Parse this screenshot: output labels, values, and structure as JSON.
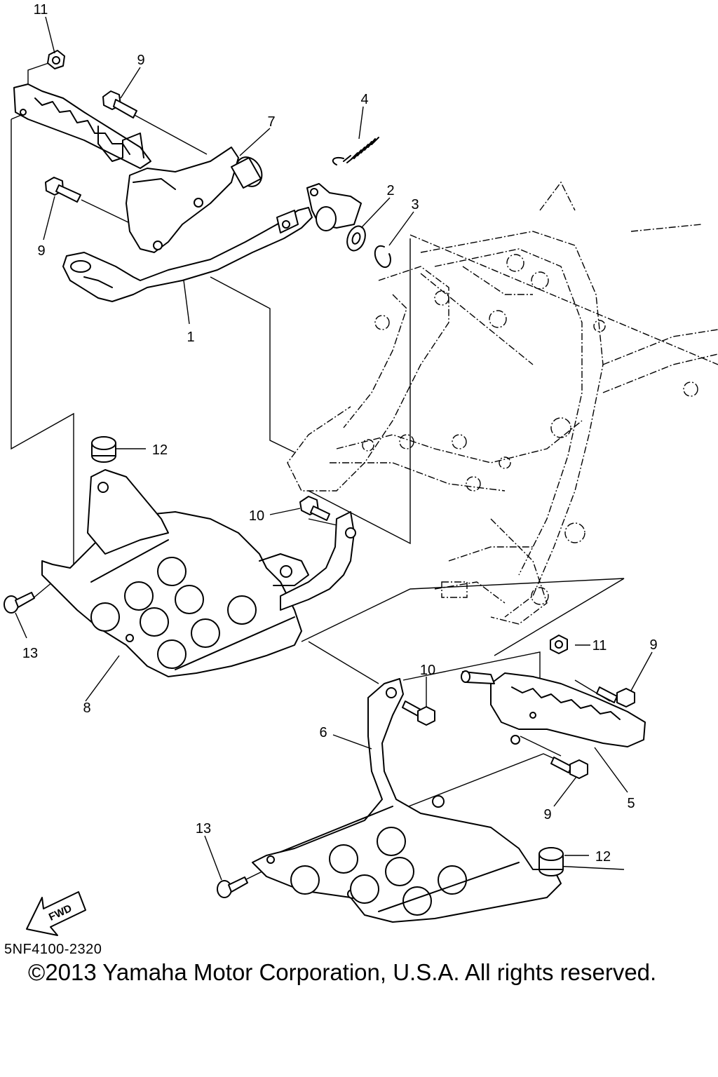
{
  "diagram": {
    "callouts": {
      "c1": "1",
      "c2": "2",
      "c3": "3",
      "c4": "4",
      "c5": "5",
      "c6": "6",
      "c7": "7",
      "c8": "8",
      "c9a": "9",
      "c9b": "9",
      "c9c": "9",
      "c9d": "9",
      "c10a": "10",
      "c10b": "10",
      "c11a": "11",
      "c11b": "11",
      "c12a": "12",
      "c12b": "12",
      "c13a": "13",
      "c13b": "13"
    },
    "fwd_label": "FWD"
  },
  "footer": {
    "part_code": "5NF4100-2320",
    "copyright": "©2013 Yamaha Motor Corporation, U.S.A. All rights reserved."
  }
}
